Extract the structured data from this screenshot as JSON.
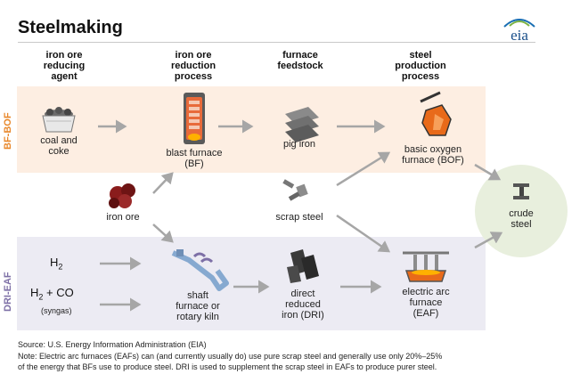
{
  "title": "Steelmaking",
  "logo_text": "eia",
  "headers": {
    "agent": [
      "iron ore",
      "reducing",
      "agent"
    ],
    "reduction": [
      "iron ore",
      "reduction",
      "process"
    ],
    "feedstock": [
      "furnace",
      "feedstock"
    ],
    "production": [
      "steel",
      "production",
      "process"
    ]
  },
  "bands": {
    "bfbof_label": "BF-BOF",
    "drieaf_label": "DRI-EAF"
  },
  "nodes": {
    "coal": [
      "coal and",
      "coke"
    ],
    "iron_ore": "iron ore",
    "blast_furnace": [
      "blast furnace",
      "(BF)"
    ],
    "pig_iron": "pig iron",
    "scrap_steel": "scrap steel",
    "bof": [
      "basic oxygen",
      "furnace (BOF)"
    ],
    "crude_steel": [
      "crude",
      "steel"
    ],
    "h2_main": "H",
    "h2_sub": "2",
    "h2co_main": "H",
    "h2co_sub": "2",
    "h2co_rest": " + CO",
    "syngas": "(syngas)",
    "shaft": [
      "shaft",
      "furnace or",
      "rotary kiln"
    ],
    "dri": [
      "direct",
      "reduced",
      "iron (DRI)"
    ],
    "eaf": [
      "electric arc",
      "furnace",
      "(EAF)"
    ]
  },
  "footer": {
    "source": "Source: U.S. Energy Information Administration (EIA)",
    "note_line1": "Note: Electric arc furnaces (EAFs) can (and currently usually do) use pure scrap steel and generally use only 20%–25%",
    "note_line2": "of the energy that BFs use to produce steel. DRI is used to supplement the scrap steel in EAFs to produce purer steel."
  },
  "colors": {
    "band_bfbof": "#fdeee2",
    "band_drieaf": "#ecebf3",
    "bfbof_label": "#e8872a",
    "drieaf_label": "#7d6fa6",
    "arrow": "#a6a6a6",
    "crude_circle": "#e8efdd",
    "eia_blue": "#1a6fb3",
    "eia_green": "#7cb342"
  }
}
